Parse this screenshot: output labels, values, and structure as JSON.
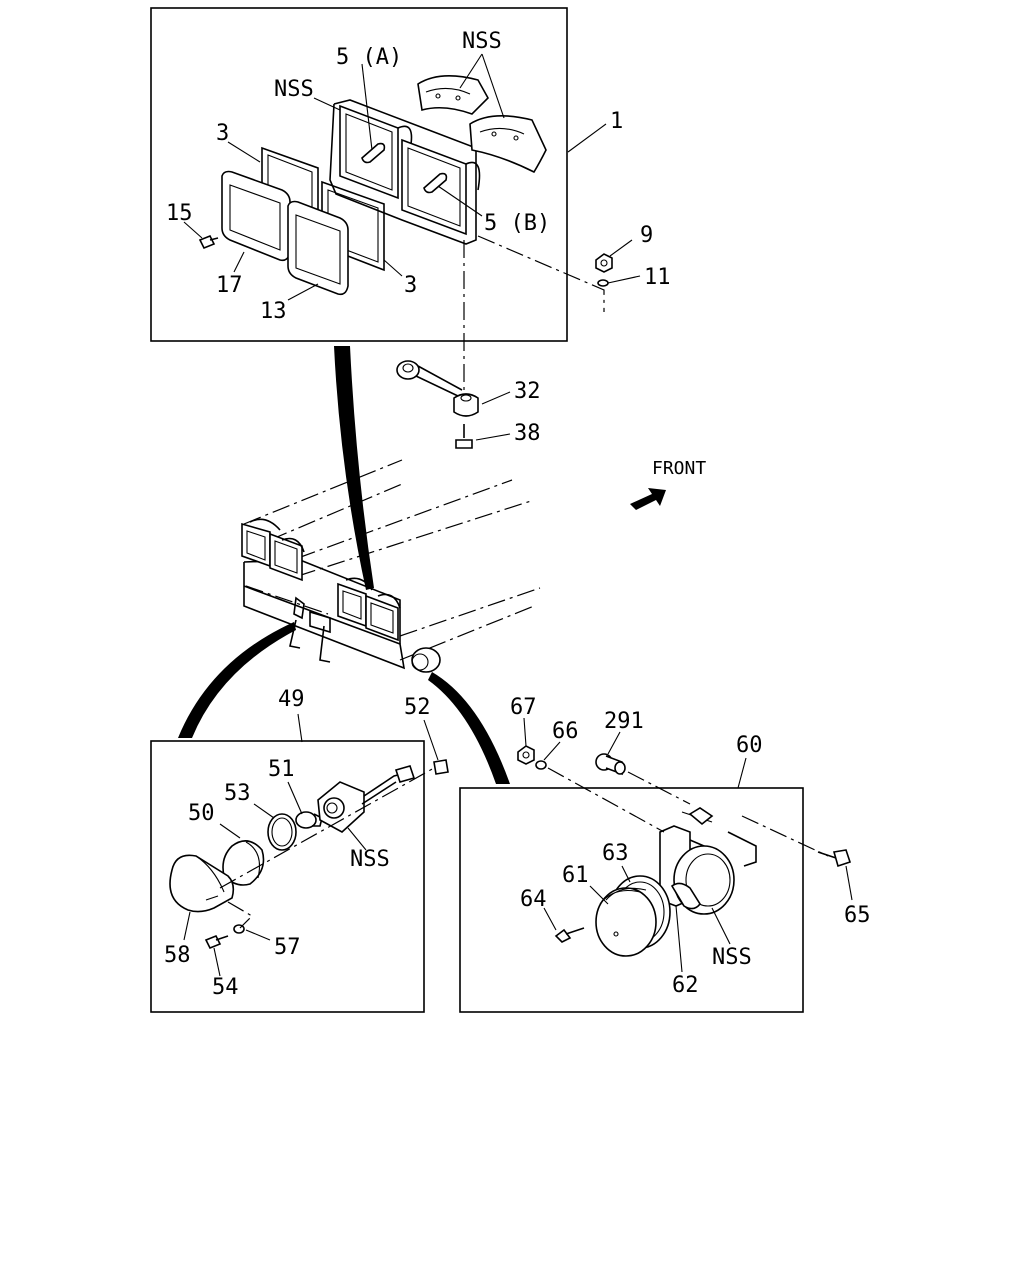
{
  "labels": {
    "l1": "1",
    "l3a": "3",
    "l3b": "3",
    "l5a": "5 (A)",
    "l5b": "5 (B)",
    "l9": "9",
    "l11": "11",
    "l13": "13",
    "l15": "15",
    "l17": "17",
    "nss_top_right": "NSS",
    "nss_top_left": "NSS",
    "l32": "32",
    "l38": "38",
    "front": "FRONT",
    "l49": "49",
    "l50": "50",
    "l51": "51",
    "l52": "52",
    "l53": "53",
    "l54": "54",
    "l57": "57",
    "l58": "58",
    "nss_left_box": "NSS",
    "l60": "60",
    "l61": "61",
    "l62": "62",
    "l63": "63",
    "l64": "64",
    "l65": "65",
    "l66": "66",
    "l67": "67",
    "l291": "291",
    "nss_right_box": "NSS"
  }
}
